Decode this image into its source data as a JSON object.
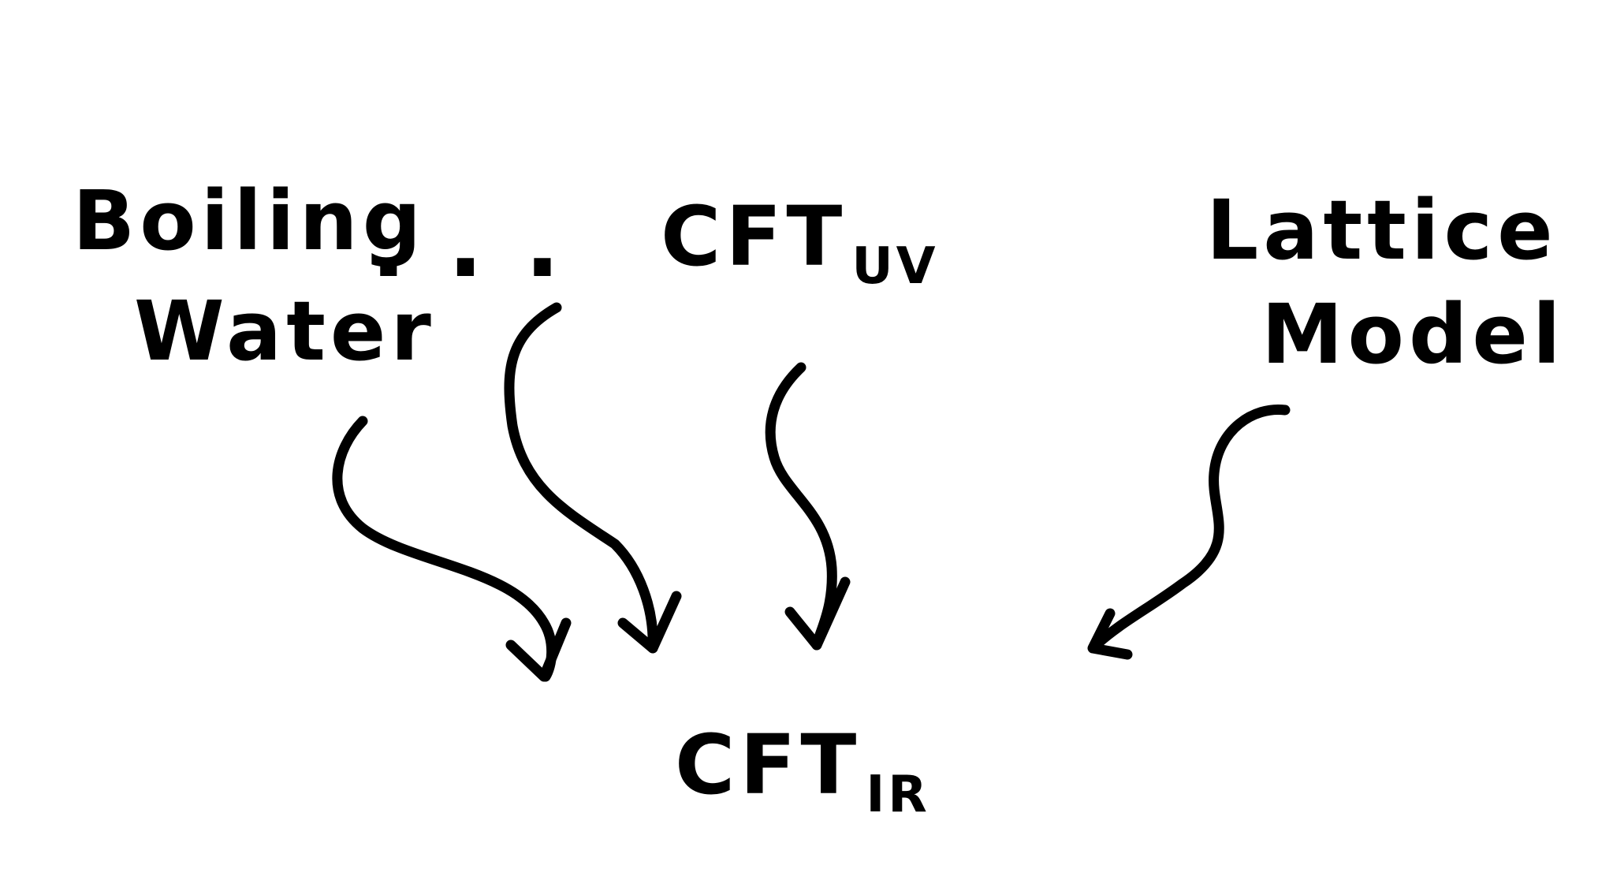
{
  "diagram": {
    "nodes": {
      "boiling_water": {
        "line1": "Boiling",
        "line2": "Water"
      },
      "ellipsis": "...",
      "cft_uv": {
        "main": "CFT",
        "sub": "UV"
      },
      "lattice_model": {
        "line1": "Lattice",
        "line2": "Model"
      },
      "cft_ir": {
        "main": "CFT",
        "sub": "IR"
      }
    },
    "edges": [
      {
        "from": "boiling_water",
        "to": "cft_ir"
      },
      {
        "from": "ellipsis",
        "to": "cft_ir"
      },
      {
        "from": "cft_uv",
        "to": "cft_ir"
      },
      {
        "from": "lattice_model",
        "to": "cft_ir"
      }
    ],
    "colors": {
      "ink": "#000000",
      "background": "#ffffff"
    }
  }
}
